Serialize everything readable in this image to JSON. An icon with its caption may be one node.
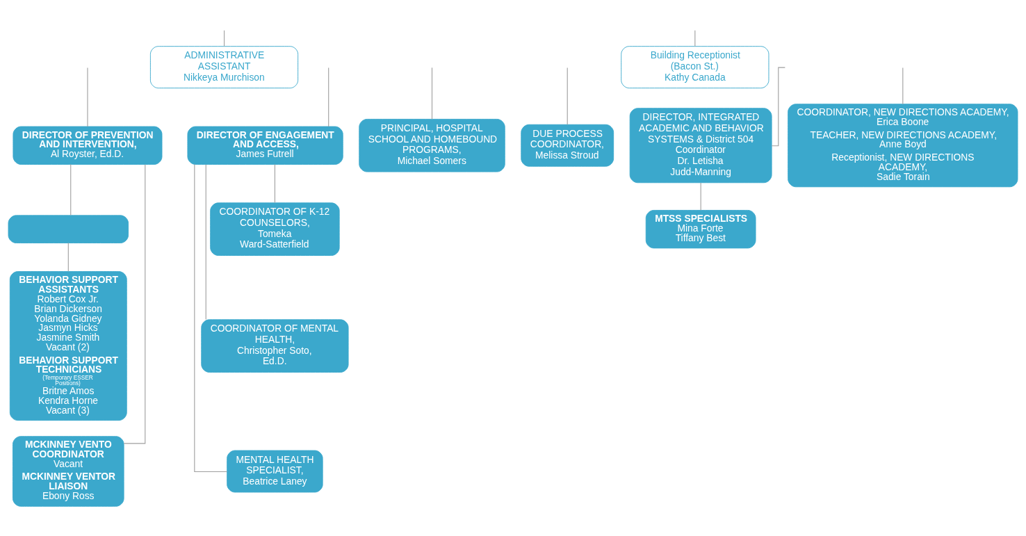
{
  "diagram": {
    "nodes": [
      {
        "text": [
          "ADMINISTRATIVE ASSISTANT",
          "Nikkeya Murchison"
        ]
      },
      {
        "text": [
          "Building Receptionist (Bacon St.)",
          "Kathy Canada"
        ]
      },
      {
        "text": [
          "DIRECTOR OF PREVENTION AND INTERVENTION,",
          "Al Royster, Ed.D."
        ]
      },
      {
        "text": [],
        "shape": "box"
      },
      {
        "text": [
          "BEHAVIOR SUPPORT ASSISTANTS",
          "Robert Cox Jr.",
          "Brian Dickerson",
          "Yolanda Gidney",
          "Jasmyn Hicks",
          "Jasmine Smith",
          "Vacant (2)",
          "BEHAVIOR SUPPORT TECHNICIANS",
          "(Temporary ESSER Positions)",
          "Britne Amos",
          "Kendra Horne",
          "Vacant (3)"
        ]
      },
      {
        "text": [
          "MCKINNEY VENTO COORDINATOR",
          "Vacant",
          "MCKINNEY VENTOR LIAISON",
          "Ebony Ross"
        ]
      },
      {
        "text": [
          "DIRECTOR OF ENGAGEMENT AND ACCESS,",
          "James Futrell"
        ]
      },
      {
        "text": [
          "COORDINATOR OF K-12 COUNSELORS,",
          "Tomeka Ward-Satterfield"
        ]
      },
      {
        "text": [
          "COORDINATOR OF MENTAL HEALTH,",
          "Christopher Soto, Ed.D."
        ]
      },
      {
        "text": [
          "MENTAL HEALTH SPECIALIST,",
          "Beatrice Laney"
        ]
      },
      {
        "text": [
          "PRINCIPAL, HOSPITAL SCHOOL AND HOMEBOUND PROGRAMS,",
          "Michael Somers"
        ]
      },
      {
        "text": [
          "DUE PROCESS COORDINATOR,",
          "Melissa Stroud"
        ]
      },
      {
        "text": [
          "DIRECTOR, INTEGRATED ACADEMIC AND BEHAVIOR SYSTEMS & District 504 Coordinator",
          "Dr. Letisha Judd-Manning"
        ]
      },
      {
        "text": [
          "MTSS SPECIALISTS",
          "Mina Forte",
          "Tiffany Best"
        ]
      },
      {
        "text": [
          "COORDINATOR, NEW DIRECTIONS ACADEMY,",
          "Erica Boone",
          "TEACHER, NEW DIRECTIONS ACADEMY,",
          "Anne Boyd",
          "Receptionist, NEW DIRECTIONS ACADEMY,",
          "Sadie Torain"
        ]
      }
    ],
    "edges": [
      {
        "from": null,
        "to": 0,
        "arrow": "none"
      },
      {
        "from": null,
        "to": 1,
        "arrow": "none"
      },
      {
        "from": null,
        "to": 2,
        "arrow": "none"
      },
      {
        "from": null,
        "to": 6,
        "arrow": "none"
      },
      {
        "from": null,
        "to": 10,
        "arrow": "none"
      },
      {
        "from": null,
        "to": 11,
        "arrow": "none"
      },
      {
        "from": null,
        "to": 12,
        "arrow": "none"
      },
      {
        "from": null,
        "to": 14,
        "arrow": "none"
      },
      {
        "from": 2,
        "to": 3,
        "arrow": "none"
      },
      {
        "from": 3,
        "to": 4,
        "arrow": "none"
      },
      {
        "from": 2,
        "to": 5,
        "arrow": "none"
      },
      {
        "from": 6,
        "to": 7,
        "arrow": "none"
      },
      {
        "from": 6,
        "to": 8,
        "arrow": "none"
      },
      {
        "from": 6,
        "to": 9,
        "arrow": "none"
      },
      {
        "from": 12,
        "to": 13,
        "arrow": "none"
      }
    ]
  }
}
